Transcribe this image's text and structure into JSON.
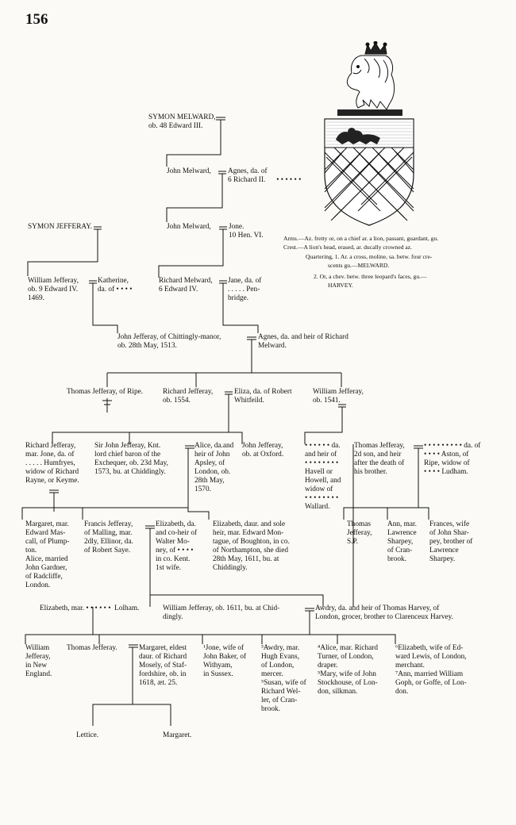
{
  "page_number": "156",
  "persons": {
    "symon_melward": "SYMON MELWARD,\nob. 48 Edward III.",
    "john_melward_1": "John Melward,",
    "agnes_1": "Agnes, da. of\n6 Richard II.      • • • • • •",
    "john_melward_2": "John Melward,",
    "jone": "Jone.\n10 Hen. VI.",
    "symon_jefferay": "SYMON JEFFERAY.",
    "william_jefferay_1": "William Jefferay,\nob. 9 Edward IV.\n1469.",
    "katherine": "Katherine,\nda. of • • • •",
    "richard_melward": "Richard Melward,\n6 Edward IV.",
    "jane": "Jane, da. of\n. . . . . Pen-\nbridge.",
    "john_jefferay": "John Jefferay, of Chittingly-manor,\nob. 28th May, 1513.",
    "agnes_2": "Agnes, da. and heir of Richard\nMelward.",
    "thomas_jefferay_ripe": "Thomas Jefferay, of Ripe.",
    "richard_jefferay_1554": "Richard Jefferay,\nob. 1554.",
    "eliza": "Eliza, da. of Robert\nWhitfeild.",
    "william_jefferay_1541": "William Jefferay,\nob. 1541.",
    "richard_jefferay_jone": "Richard Jefferay,\nmar. Jone, da. of\n. . . . . Humfryes,\nwidow of Richard\nRayne, or Keyme.",
    "sir_john_jefferay": "Sir John Jefferay, Knt.\nlord chief baron of the\nExchequer, ob. 23d May,\n1573, bu. at Chiddingly.",
    "alice_apsley": "Alice, da.and\nheir of John\nApsley, of\nLondon, ob.\n28th May,\n1570.",
    "john_jefferay_oxford": "John Jefferay,\nob. at Oxford.",
    "da_havell": "• • • • • • da.\nand heir of\n• • • • • • • •\nHavell or\nHowell, and\nwidow of\n• • • • • • • •\nWallard.",
    "thomas_jefferay_2d": "Thomas Jefferay,\n2d son, and heir\nafter the death of\nhis brother.",
    "aston": "• • • • • • • • • da. of\n• • • • Aston, of\nRipe, widow of\n• • • • Ludham.",
    "margaret_maxcall": "Margaret, mar.\nEdward Mas-\ncall, of Plump-\nton.\nAlice, married\nJohn Gardner,\nof Radcliffe,\nLondon.",
    "francis_jefferay": "Francis Jefferay,\nof Malling, mar.\n2dly, Ellinor, da.\nof Robert Saye.",
    "elizabeth_money": "Elizabeth, da.\nand co-heir of\nWalter Mo-\nney, of • • • •\nin co. Kent.\n1st wife.",
    "elizabeth_montague": "Elizabeth, daur. and sole\nheir, mar. Edward Mon-\ntague, of Boughton, in co.\nof Northampton, she died\n28th May, 1611, bu. at\nChiddingly.",
    "thomas_jefferay_sp": "Thomas\nJefferay,\nS.P.",
    "ann_sharpey": "Ann, mar.\nLawrence\nSharpey,\nof Cran-\nbrook.",
    "frances_sharpey": "Frances, wife\nof John Shar-\npey, brother of\nLawrence\nSharpey.",
    "elizabeth_lolham": "Elizabeth, mar. • • • • • •  Lolham.",
    "william_jefferay_1611": "William Jefferay, ob. 1611, bu. at Chid-\ndingly.",
    "awdry_harvey": "Awdry, da. and heir of Thomas Harvey, of\nLondon, grocer, brother to Clarenceux Harvey.",
    "william_new_england": "William\nJefferay,\nin New\nEngland.",
    "thomas_jefferay_last": "Thomas Jefferay.",
    "margaret_mosely": "Margaret, eldest\ndaur. of Richard\nMosely, of Staf-\nfordshire, ob. in\n1618, æt. 25.",
    "jone_baker": "¹Jone, wife of\nJohn Baker, of\nWithyam,\nin Sussex.",
    "awdry_evans": "³Awdry, mar.\nHugh Evans,\nof London,\nmercer.\n⁵Susan, wife of\nRichard Wel-\nler, of Cran-\nbrook.",
    "alice_turner": "⁴Alice, mar. Richard\nTurner, of London,\ndraper.\n⁵Mary, wife of John\nStockhouse, of Lon-\ndon, silkman.",
    "elizabeth_lewis": "⁶Elizabeth, wife of Ed-\nward Lewis, of London,\nmerchant.\n⁷Ann, married William\nGoph, or Goffe, of Lon-\ndon.",
    "lettice": "Lettice.",
    "margaret_daughter": "Margaret."
  },
  "arms": {
    "line1": "Arms.—Az. fretty or, on a chief ar. a lion, passant, guardant, gu.",
    "line2": "Crest.—A lion's head, erased, ar. ducally crowned az.",
    "line3": "Quartering, 1. Ar. a cross, moline, sa. betw. four cre-",
    "line4": "scents gu.—MELWARD.",
    "line5": "2. Or, a chev. betw. three leopard's faces, gu.—",
    "line6": "HARVEY."
  },
  "colors": {
    "ink": "#111111",
    "paper": "#fbfaf6"
  }
}
